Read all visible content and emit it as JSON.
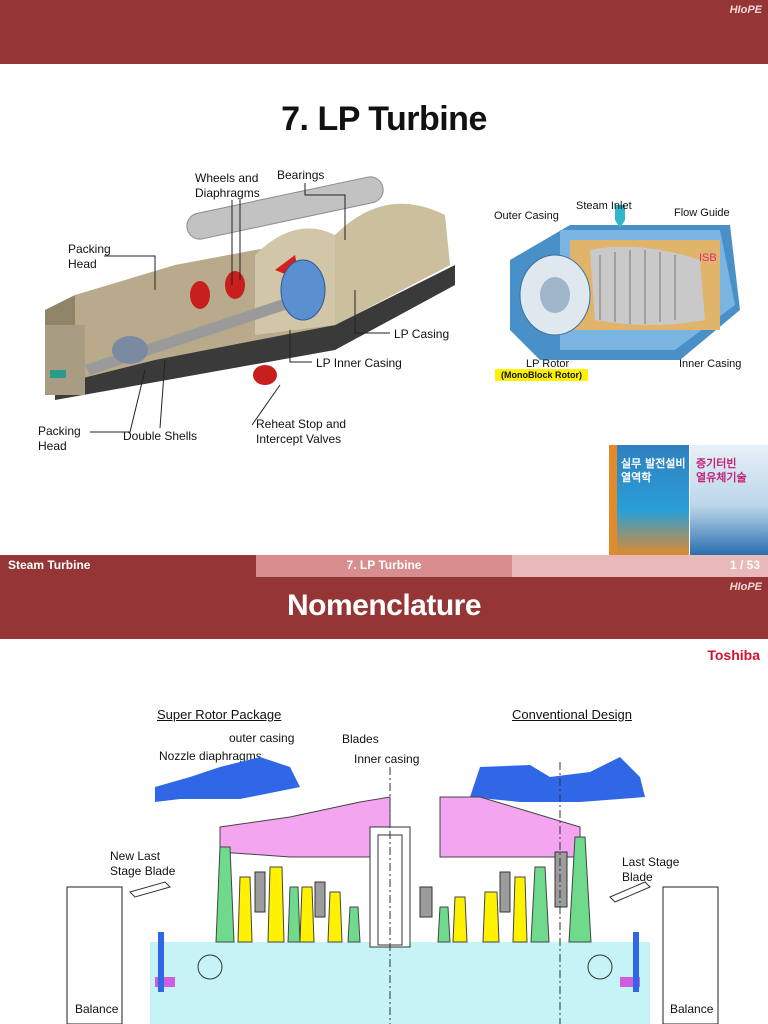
{
  "slide1": {
    "brand": "HIoPE",
    "title": "7. LP Turbine",
    "left_labels": {
      "wheels": "Wheels and\nDiaphragms",
      "bearings": "Bearings",
      "packing_head_top": "Packing\nHead",
      "lp_casing": "LP Casing",
      "lp_inner_casing": "LP Inner Casing",
      "packing_head_bottom": "Packing\nHead",
      "double_shells": "Double Shells",
      "reheat": "Reheat Stop and\nIntercept Valves"
    },
    "right_labels": {
      "outer_casing": "Outer Casing",
      "steam_inlet": "Steam Inlet",
      "flow_guide": "Flow Guide",
      "isb": "ISB",
      "lp_rotor": "LP Rotor",
      "monoblock": "(MonoBlock Rotor)",
      "inner_casing": "Inner Casing"
    },
    "book_covers": {
      "book1_title": "실무 발전설비\n열역학",
      "book2_title": "증기터빈\n열유체기술"
    },
    "footer": {
      "left": "Steam Turbine",
      "center": "7. LP Turbine",
      "right": "1 / 53"
    },
    "colors": {
      "header": "#963535",
      "footer_mid": "#d88e8e",
      "footer_right": "#e9b8b8",
      "isb": "#e0287a"
    }
  },
  "slide2": {
    "brand": "HIoPE",
    "title": "Nomenclature",
    "vendor": "Toshiba",
    "labels": {
      "super_rotor": "Super Rotor Package",
      "conventional": "Conventional Design",
      "outer_casing": "outer casing",
      "blades": "Blades",
      "nozzle": "Nozzle diaphragms",
      "inner_casing": "Inner casing",
      "new_last": "New Last\nStage Blade",
      "last_stage": "Last Stage\nBlade",
      "balance_left": "Balance",
      "balance_right": "Balance"
    },
    "colors": {
      "vendor": "#d4112d",
      "casing_blue": "#2f67e6",
      "inner_pink": "#f4a5f0",
      "blade_yellow": "#fff200",
      "blade_green": "#6fd98c",
      "rotor_cyan": "#c6f3f6"
    }
  }
}
